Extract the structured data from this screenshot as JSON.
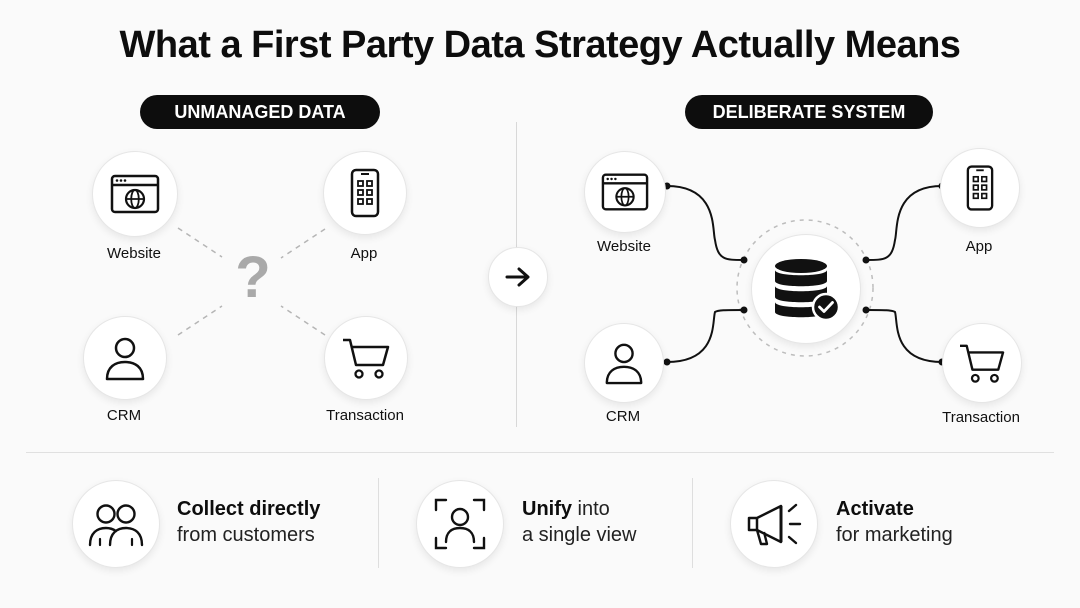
{
  "title": "What a First Party Data Strategy Actually Means",
  "left_panel": {
    "badge": "UNMANAGED DATA",
    "unknown_symbol": "?",
    "nodes": [
      {
        "label": "Website",
        "icon": "browser-globe-icon"
      },
      {
        "label": "App",
        "icon": "mobile-phone-icon"
      },
      {
        "label": "CRM",
        "icon": "person-icon"
      },
      {
        "label": "Transaction",
        "icon": "shopping-cart-icon"
      }
    ]
  },
  "transition_icon": "arrow-right-icon",
  "right_panel": {
    "badge": "DELIBERATE SYSTEM",
    "hub_icon": "database-check-icon",
    "nodes": [
      {
        "label": "Website",
        "icon": "browser-globe-icon"
      },
      {
        "label": "App",
        "icon": "mobile-phone-icon"
      },
      {
        "label": "CRM",
        "icon": "person-icon"
      },
      {
        "label": "Transaction",
        "icon": "shopping-cart-icon"
      }
    ]
  },
  "steps": [
    {
      "bold": "Collect directly",
      "rest": "from customers",
      "icon": "users-group-icon"
    },
    {
      "bold": "Unify",
      "inline": " into",
      "rest": "a single view",
      "icon": "user-scan-icon"
    },
    {
      "bold": "Activate",
      "rest": "for marketing",
      "icon": "megaphone-icon"
    }
  ]
}
